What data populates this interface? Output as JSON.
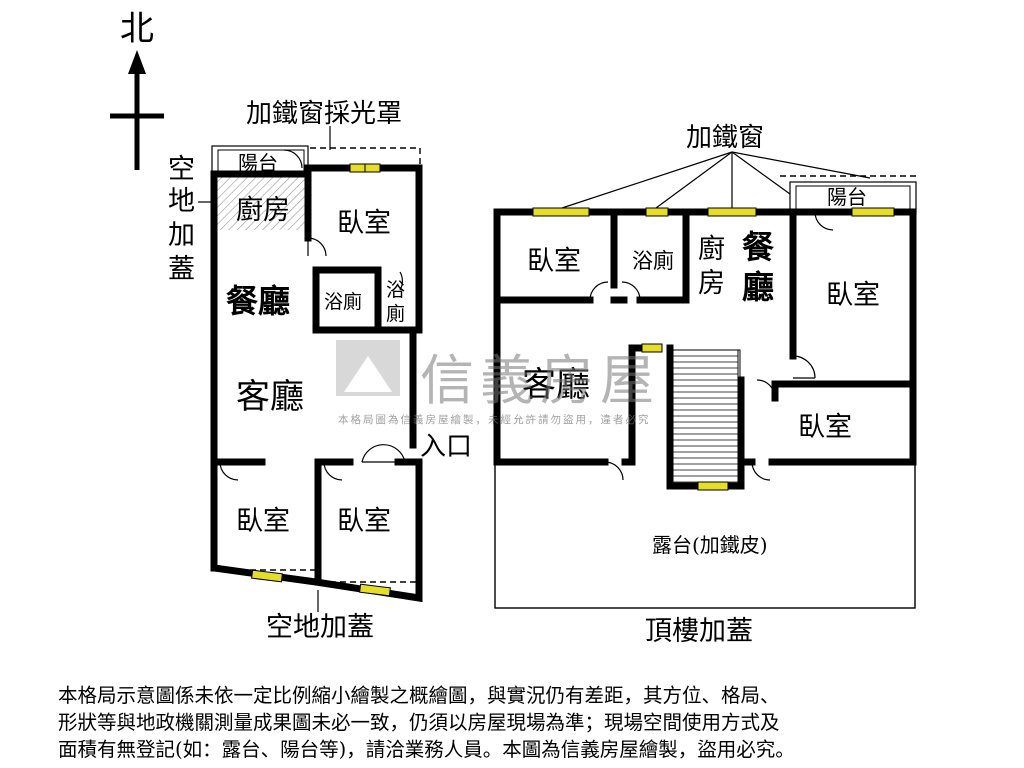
{
  "compass": {
    "north": "北"
  },
  "left_plan": {
    "window_cover_label": "加鐵窗採光罩",
    "side_extension_label": [
      "空",
      "地",
      "加",
      "蓋"
    ],
    "rooms": {
      "balcony": "陽台",
      "kitchen": "廚房",
      "bedroom_top": "臥室",
      "dining": "餐廳",
      "bath1": "浴廁",
      "bath2": [
        "浴",
        "廁"
      ],
      "living": "客廳",
      "entrance": "入口",
      "bedroom_bl": "臥室",
      "bedroom_br": "臥室"
    },
    "bottom_label": "空地加蓋"
  },
  "right_plan": {
    "window_label": "加鐵窗",
    "rooms": {
      "balcony": "陽台",
      "bedroom1": "臥室",
      "bath": "浴廁",
      "kitchen": [
        "廚",
        "房"
      ],
      "dining": [
        "餐",
        "廳"
      ],
      "bedroom2": "臥室",
      "living": "客廳",
      "bedroom3": "臥室",
      "terrace": "露台(加鐵皮)"
    },
    "bottom_label": "頂樓加蓋"
  },
  "watermark": {
    "brand": "信義房屋",
    "sub": "本格局圖為信義房屋繪製，未經允許請勿盜用，違者必究"
  },
  "disclaimer": [
    "本格局示意圖係未依一定比例縮小繪製之概繪圖，與實況仍有差距，其方位、格局、",
    "形狀等與地政機關測量成果圖未必一致，仍須以房屋現場為準；現場空間使用方式及",
    "面積有無登記(如：露台、陽台等)，請洽業務人員。本圖為信義房屋繪製，盜用必究。"
  ]
}
